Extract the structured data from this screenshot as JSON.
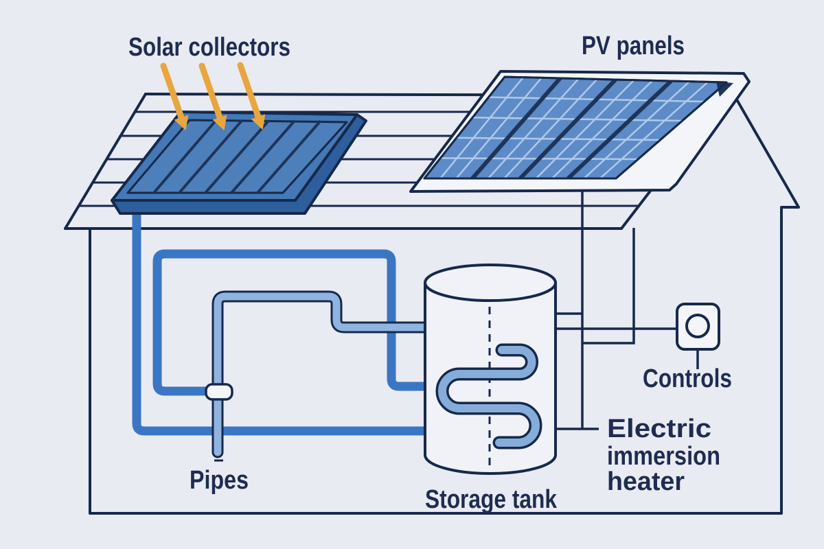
{
  "figure": {
    "type": "diagram",
    "subject": "Solar water heating system with solar collectors, PV panels, storage tank, pipes, controls and electric immersion heater"
  },
  "labels": {
    "solar_collectors": "Solar collectors",
    "pv_panels": "PV panels",
    "pipes": "Pipes",
    "storage_tank": "Storage tank",
    "controls": "Controls",
    "electric_immersion_heater": {
      "line1": "Electric",
      "line2": "immersion",
      "line3": "heater"
    }
  },
  "icons": [
    "sun-rays-arrows-icon",
    "solar-collector-icon",
    "pv-panel-icon",
    "house-outline-icon",
    "pipe-icon",
    "pipe-valve-icon",
    "storage-tank-icon",
    "heat-exchanger-coil-icon",
    "controls-box-icon",
    "wire-icon"
  ],
  "colors": {
    "background": "#e9ebf2",
    "outline_navy": "#16294b",
    "text_navy": "#1e2c50",
    "pipe_blue": "#3b76c4",
    "pipe_light_blue": "#8fb4e0",
    "coil_blue": "#86add9",
    "collector_frame_blue": "#4478b6",
    "collector_panel_blue": "#4d7fbb",
    "collector_side_blue": "#2e5e9c",
    "pv_cell_blue": "#5c8bc7",
    "pv_grid_light": "#b0c9e9",
    "pv_divider_navy": "#1e3458",
    "panel_frame_white": "#f3f5f9",
    "tank_fill": "#f0f2f7",
    "arrow_orange": "#e8a63e"
  }
}
